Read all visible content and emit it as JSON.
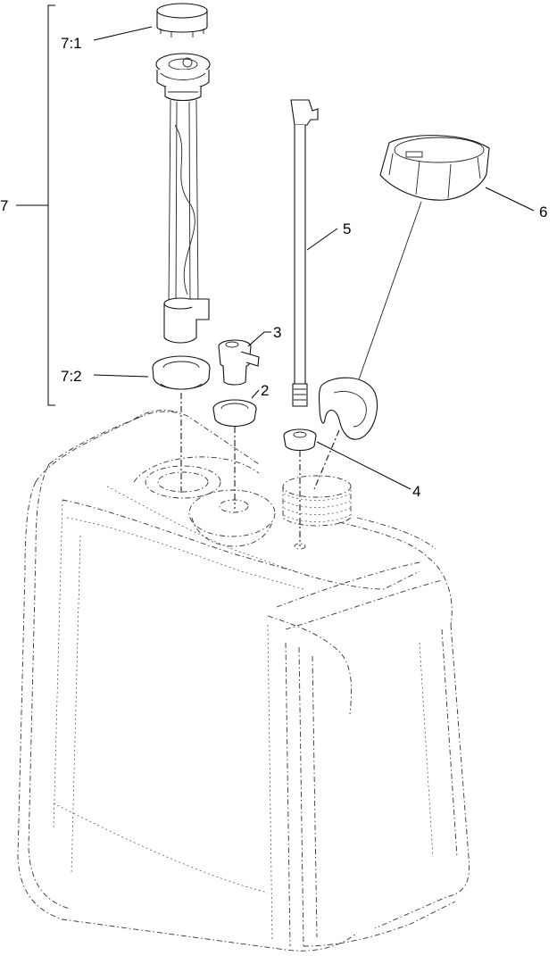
{
  "callouts": {
    "c7": "7",
    "c7_1": "7:1",
    "c7_2": "7:2",
    "c2": "2",
    "c3": "3",
    "c4": "4",
    "c5": "5",
    "c6": "6"
  }
}
